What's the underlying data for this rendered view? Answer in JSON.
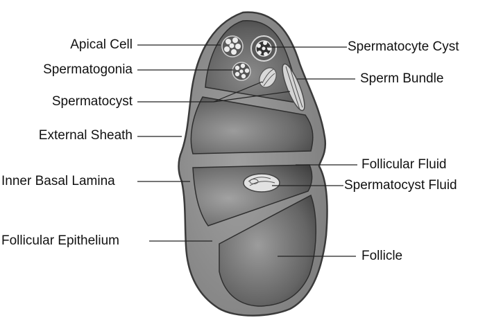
{
  "labels": {
    "apical_cell": "Apical Cell",
    "spermatogonia": "Spermatogonia",
    "spermatocyst": "Spermatocyst",
    "external_sheath": "External Sheath",
    "inner_basal_lamina": "Inner Basal Lamina",
    "follicular_epithelium": "Follicular Epithelium",
    "spermatocyte_cyst": "Spermatocyte Cyst",
    "sperm_bundle": "Sperm Bundle",
    "follicular_fluid": "Follicular Fluid",
    "spermatocyst_fluid": "Spermatocyst Fluid",
    "follicle": "Follicle"
  },
  "colors": {
    "sheath": "#8f8f8f",
    "sheath_edge": "#3a3a3a",
    "chamber_light": "#9a9a9a",
    "chamber_dark": "#444444",
    "leader_line": "#222222",
    "text": "#111111"
  }
}
